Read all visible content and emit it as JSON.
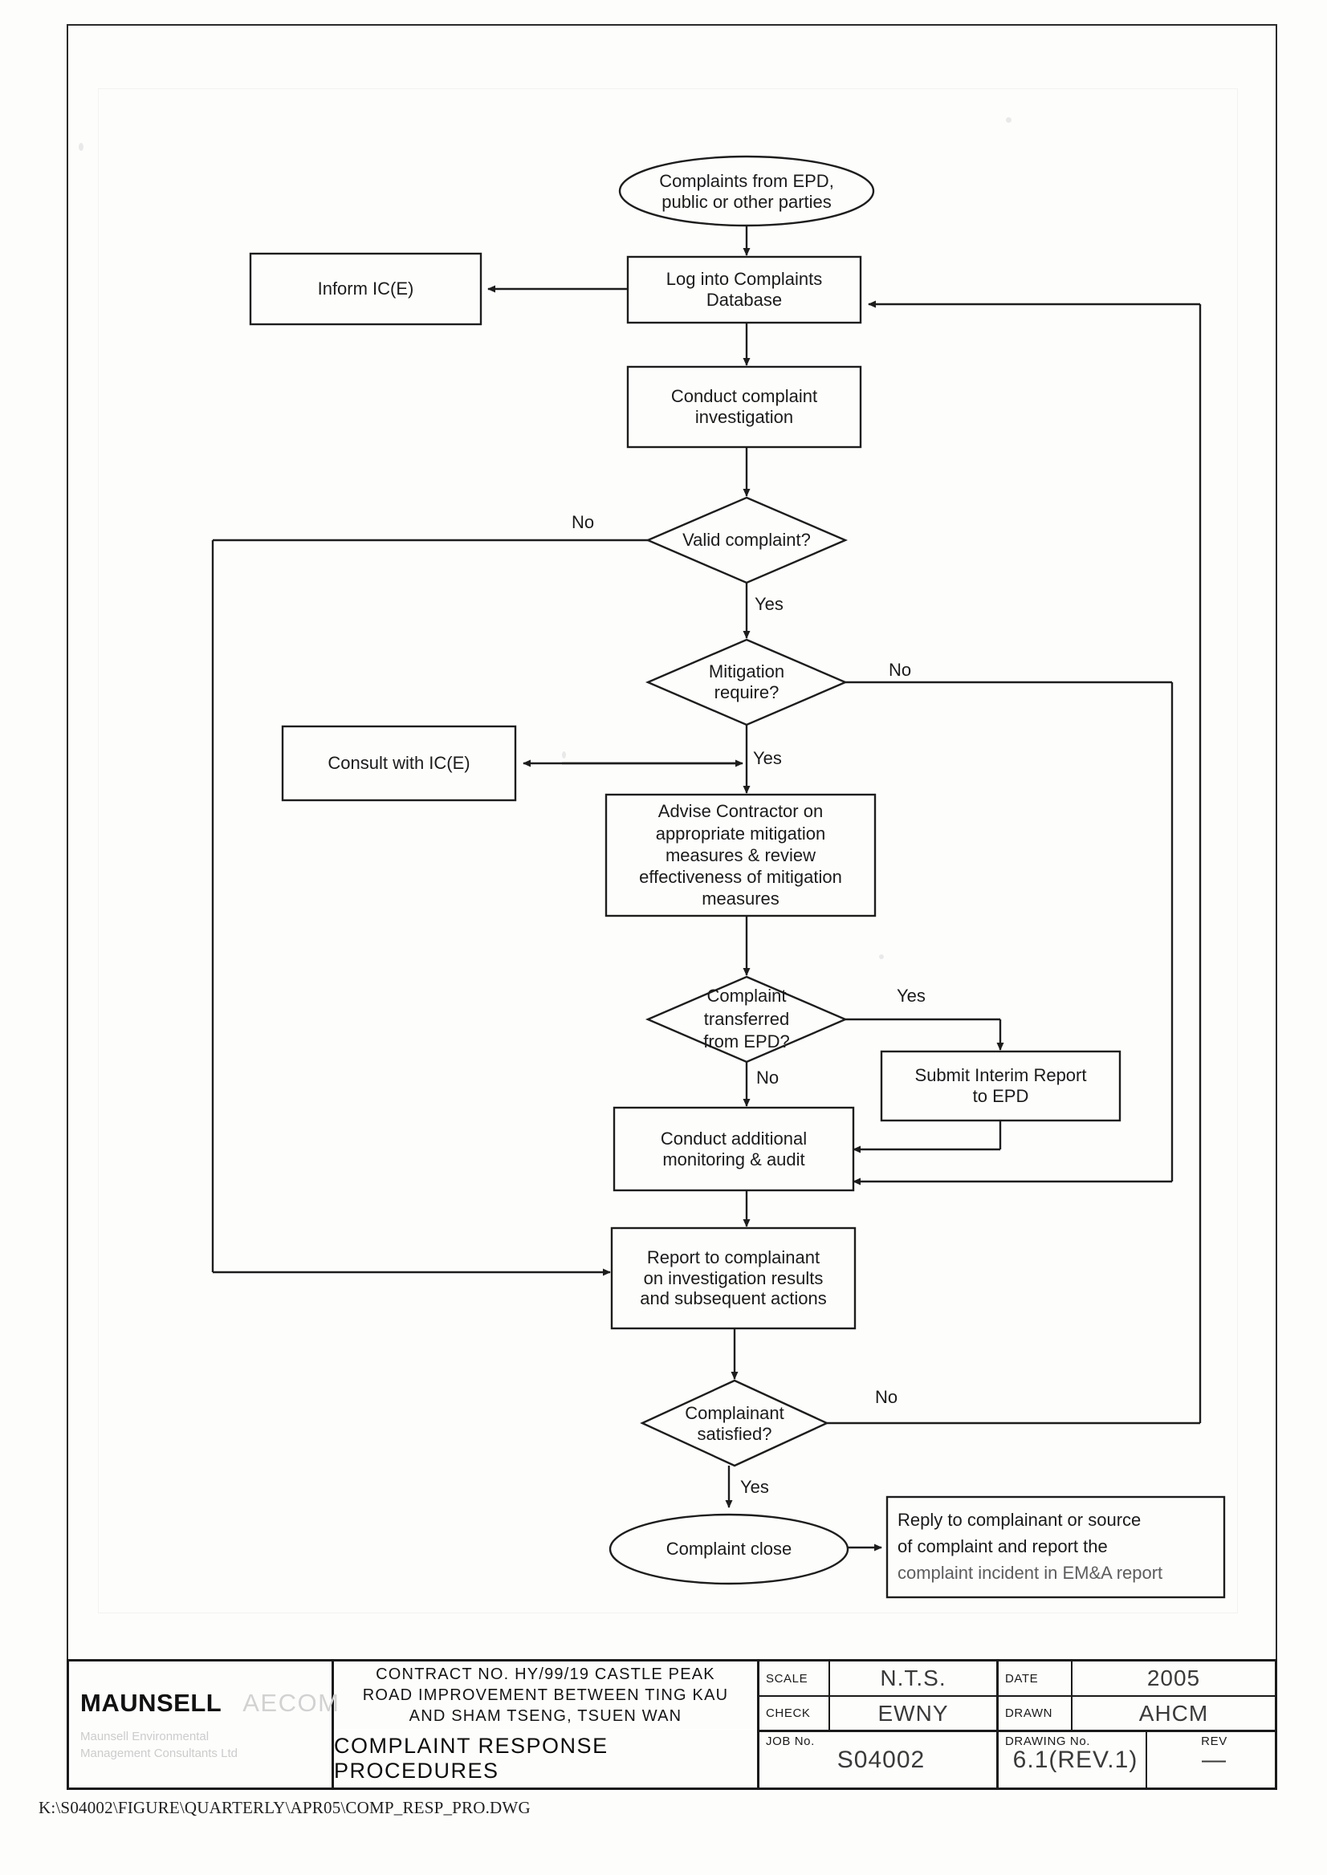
{
  "document": {
    "filepath": "K:\\S04002\\FIGURE\\QUARTERLY\\APR05\\COMP_RESP_PRO.DWG"
  },
  "flowchart": {
    "nodes": {
      "start": "Complaints from EPD,\npublic or other parties",
      "inform_ice": "Inform IC(E)",
      "log_database": "Log into Complaints\nDatabase",
      "conduct_investigation": "Conduct complaint\ninvestigation",
      "valid_complaint": "Valid complaint?",
      "mitigation_require": "Mitigation\nrequire?",
      "consult_ice": "Consult with IC(E)",
      "advise_contractor": "Advise Contractor on\nappropriate mitigation\nmeasures & review\neffectiveness of mitigation\nmeasures",
      "complaint_transferred": "Complaint\ntransferred\nfrom EPD?",
      "submit_interim": "Submit Interim Report\nto EPD",
      "conduct_additional": "Conduct additional\nmonitoring & audit",
      "report_complainant": "Report to complainant\non investigation results\nand subsequent actions",
      "complainant_satisfied": "Complainant\nsatisfied?",
      "complaint_close": "Complaint close",
      "reply_complainant_l1": "Reply to complainant or source",
      "reply_complainant_l2": "of complaint and report the",
      "reply_complainant_l3": "complaint incident in EM&A report"
    },
    "edge_labels": {
      "valid_no": "No",
      "valid_yes": "Yes",
      "mitigation_no": "No",
      "mitigation_yes": "Yes",
      "transferred_yes": "Yes",
      "transferred_no": "No",
      "satisfied_no": "No",
      "satisfied_yes": "Yes"
    }
  },
  "titleblock": {
    "logo": {
      "primary": "MAUNSELL",
      "secondary": "AECOM",
      "subtitle_line1": "Maunsell Environmental",
      "subtitle_line2": "Management Consultants Ltd"
    },
    "contract": {
      "line1": "CONTRACT NO. HY/99/19 CASTLE PEAK",
      "line2": "ROAD IMPROVEMENT BETWEEN TING KAU",
      "line3": "AND SHAM TSENG, TSUEN WAN",
      "drawing_title": "COMPLAINT RESPONSE PROCEDURES"
    },
    "fields": {
      "scale_label": "SCALE",
      "scale_value": "N.T.S.",
      "date_label": "DATE",
      "date_value": "2005",
      "check_label": "CHECK",
      "check_value": "EWNY",
      "drawn_label": "DRAWN",
      "drawn_value": "AHCM",
      "job_label": "JOB No.",
      "job_value": "S04002",
      "drawing_label": "DRAWING No.",
      "drawing_value": "6.1(REV.1)",
      "rev_label": "REV",
      "rev_value": "—"
    }
  }
}
